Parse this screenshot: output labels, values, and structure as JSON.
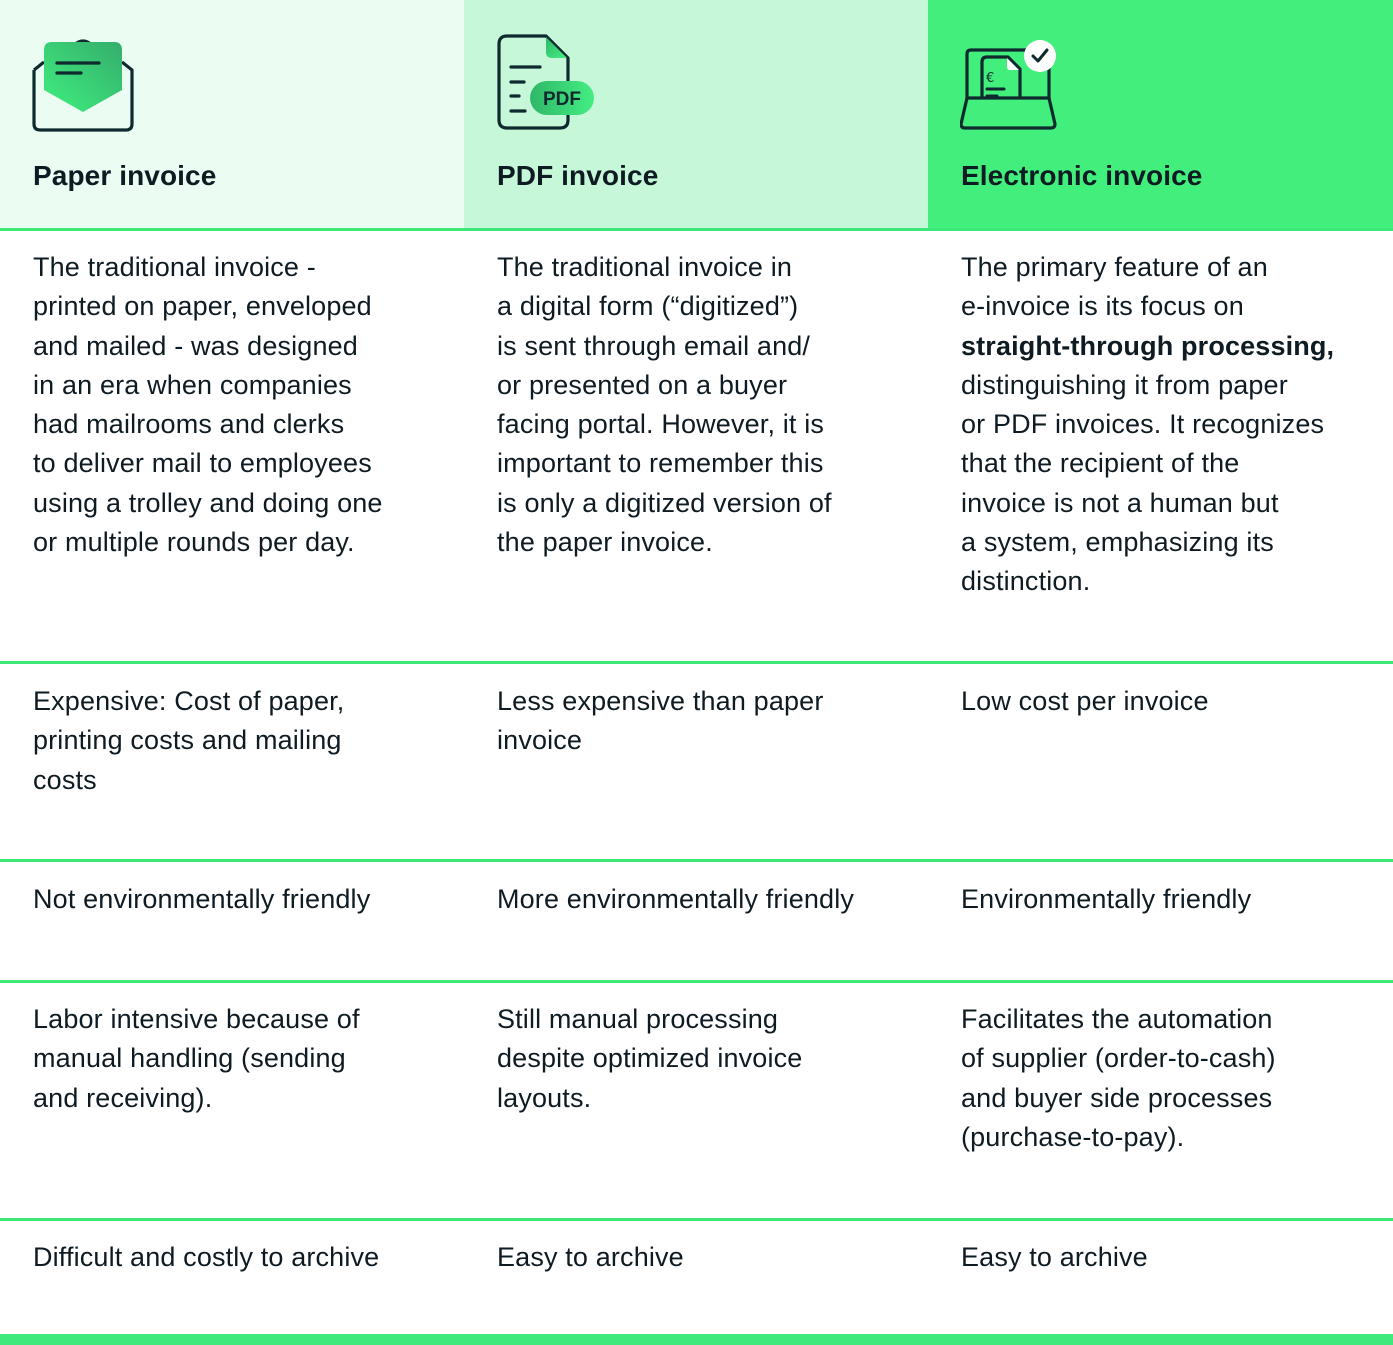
{
  "colors": {
    "header_paper_bg": "#ebfcf2",
    "header_pdf_bg": "#c6f7d8",
    "header_electronic_bg": "#42ef7c",
    "divider": "#3ee878",
    "text": "#0e1b22"
  },
  "columns": [
    {
      "title": "Paper invoice",
      "icon": "open-envelope-icon"
    },
    {
      "title": "PDF invoice",
      "icon": "pdf-document-icon"
    },
    {
      "title": "Electronic invoice",
      "icon": "laptop-invoice-check-icon"
    }
  ],
  "rows": [
    {
      "name": "description",
      "cells": [
        {
          "lines": [
            "The traditional invoice -",
            "printed on paper, enveloped",
            "and mailed - was designed",
            "in an era when companies",
            "had mailrooms and clerks",
            "to deliver mail to employees",
            "using a trolley and doing one",
            "or multiple rounds per day."
          ]
        },
        {
          "lines": [
            "The traditional invoice in",
            "a digital form (“digitized”)",
            "is sent through email and/",
            "or presented on a buyer",
            "facing portal. However, it is",
            "important to remember this",
            "is only a digitized version of",
            "the paper invoice."
          ]
        },
        {
          "lines": [
            "The primary feature of an",
            "e-invoice is its focus on",
            "straight-through processing,",
            "distinguishing it from paper",
            "or PDF invoices. It recognizes",
            "that the recipient of the",
            "invoice is not a human but",
            "a system, emphasizing its",
            "distinction."
          ],
          "bold_line_index": 2
        }
      ]
    },
    {
      "name": "cost",
      "cells": [
        {
          "lines": [
            "Expensive: Cost of paper,",
            "printing costs and mailing",
            "costs"
          ]
        },
        {
          "lines": [
            "Less expensive than paper",
            "invoice"
          ]
        },
        {
          "lines": [
            "Low cost per invoice"
          ]
        }
      ]
    },
    {
      "name": "environment",
      "cells": [
        {
          "lines": [
            "Not environmentally friendly"
          ]
        },
        {
          "lines": [
            "More environmentally friendly"
          ]
        },
        {
          "lines": [
            "Environmentally friendly"
          ]
        }
      ]
    },
    {
      "name": "processing",
      "cells": [
        {
          "lines": [
            "Labor intensive because of",
            "manual handling (sending",
            "and receiving)."
          ]
        },
        {
          "lines": [
            "Still manual processing",
            "despite optimized invoice",
            "layouts."
          ]
        },
        {
          "lines": [
            "Facilitates the automation",
            "of supplier (order-to-cash)",
            "and buyer side processes",
            "(purchase-to-pay)."
          ]
        }
      ]
    },
    {
      "name": "archiving",
      "cells": [
        {
          "lines": [
            "Difficult and costly to archive"
          ]
        },
        {
          "lines": [
            "Easy to archive"
          ]
        },
        {
          "lines": [
            "Easy to archive"
          ]
        }
      ]
    }
  ],
  "pdf_badge_label": "PDF",
  "euro_symbol": "€"
}
